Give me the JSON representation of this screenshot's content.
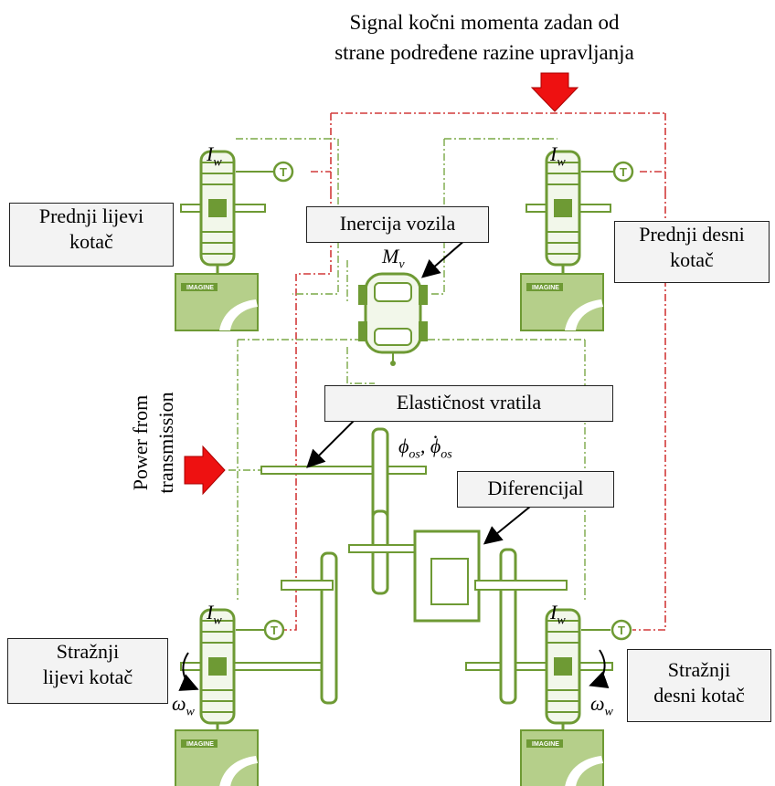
{
  "header": {
    "signal_line1": "Signal kočni momenta zadan od",
    "signal_line2": "strane podređene razine upravljanja"
  },
  "labels": {
    "front_left": [
      "Prednji lijevi",
      "kotač"
    ],
    "front_right": [
      "Prednji desni",
      "kotač"
    ],
    "vehicle_inertia": "Inercija vozila",
    "shaft_elasticity": "Elastičnost vratila",
    "differential": "Diferencijal",
    "rear_left": [
      "Stražnji",
      "lijevi kotač"
    ],
    "rear_right": [
      "Stražnji",
      "desni kotač"
    ],
    "power": [
      "Power from",
      "transmission"
    ]
  },
  "symbols": {
    "inertia_wheel": "I",
    "inertia_wheel_sub": "w",
    "mass_vehicle": "M",
    "mass_vehicle_sub": "v",
    "omega": "ω",
    "omega_sub": "w",
    "shaft_angle": "ϕ",
    "shaft_angle_sub": "os",
    "shaft_rate_sub": "os"
  },
  "road_block_label": "IMAGINE",
  "colors": {
    "mechanical": "#6e9a34",
    "mechanical_light": "#a9c96a",
    "signal_red": "#d23a3a",
    "arrow_red": "#ee1111",
    "road_bg": "#b5cf8a"
  }
}
